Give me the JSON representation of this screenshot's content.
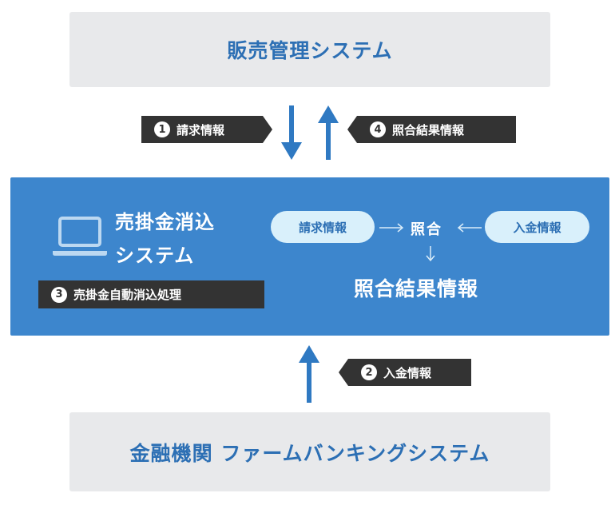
{
  "top_system": {
    "label": "販売管理システム"
  },
  "bottom_system": {
    "label": "金融機関 ファームバンキングシステム"
  },
  "steps": {
    "step1": {
      "number": "1",
      "label": "請求情報"
    },
    "step2": {
      "number": "2",
      "label": "入金情報"
    },
    "step3": {
      "number": "3",
      "label": "売掛金自動消込処理"
    },
    "step4": {
      "number": "4",
      "label": "照合結果情報"
    }
  },
  "main_system": {
    "title_line1": "売掛金消込",
    "title_line2": "システム",
    "icon": "laptop-icon"
  },
  "matching": {
    "request_pill": "請求情報",
    "deposit_pill": "入金情報",
    "match_label": "照合",
    "result_label": "照合結果情報"
  },
  "colors": {
    "main_blue": "#3d86cd",
    "arrow_blue": "#2f79c2",
    "system_box_gray": "#e8e9eb",
    "tag_dark": "#333333",
    "pill_light": "#d9f0fb",
    "title_blue": "#2c6fb4"
  }
}
